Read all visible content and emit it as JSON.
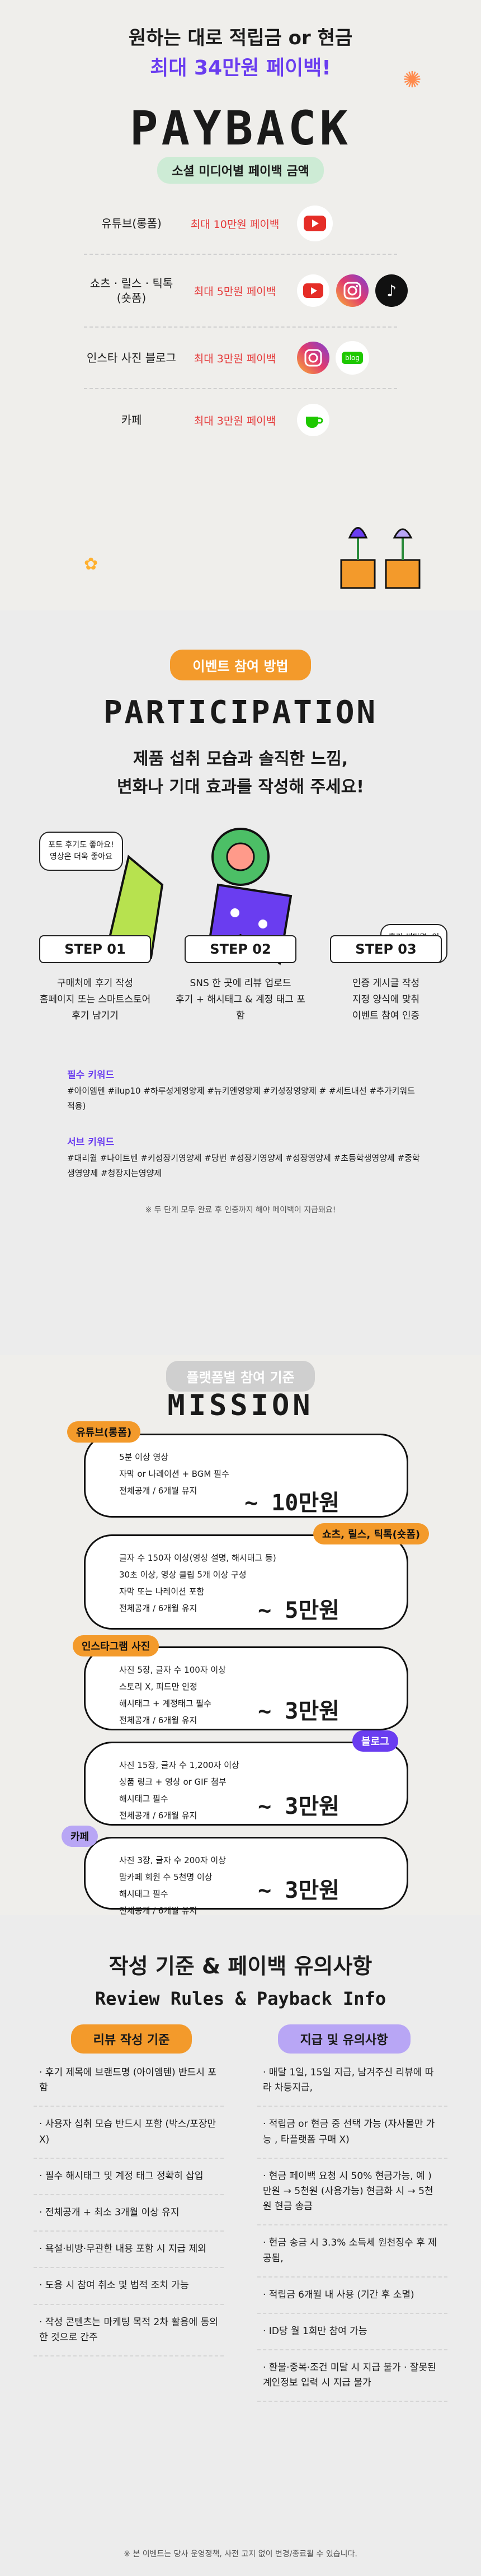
{
  "s1": {
    "header_line1": "원하는 대로 적립금 or 현금",
    "header_line2": "최대 34만원 페이백!",
    "title": "PAYBACK",
    "pill": "소셜 미디어별 페이백 금액",
    "rows": [
      {
        "cat": "유튜브(롱폼)",
        "amount": "최대 10만원 페이백"
      },
      {
        "cat": "쇼츠 · 릴스 · 틱톡(숏폼)",
        "amount": "최대 5만원 페이백"
      },
      {
        "cat": "인스타 사진 블로그",
        "amount": "최대 3만원 페이백"
      },
      {
        "cat": "카페",
        "amount": "최대 3만원 페이백"
      }
    ],
    "blog_icon_text": "blog"
  },
  "s2": {
    "pill": "이벤트 참여 방법",
    "title": "PARTICIPATION",
    "subtitle1": "제품 섭취 모습과 솔직한 느낌,",
    "subtitle2": "변화나 기대 효과를 작성해 주세요!",
    "bubble_left": "포토 후기도 좋아요! 영상은 더욱 좋아요",
    "bubble_right": "후기 썼다면, 인증도 꼭 해줘요!",
    "steps": [
      {
        "title": "STEP 01",
        "desc": "구매처에 후기 작성\n홈페이지 또는 스마트스토어\n후기 남기기"
      },
      {
        "title": "STEP 02",
        "desc": "SNS 한 곳에 리뷰 업로드\n후기 + 해시태그 & 계정 태그 포함"
      },
      {
        "title": "STEP 03",
        "desc": "인증 게시글 작성\n지정 양식에 맞춰\n이벤트 참여 인증"
      }
    ],
    "kw1_label": "필수 키워드",
    "kw1_text": "#아이엠텐 #ilup10 #하루성게영양제 #뉴키엔영양제 #키성장영양제 # #세트내선 #추가키워드 적용)",
    "kw2_label": "서브 키워드",
    "kw2_text": "#대리월 #나이트텐 #키성장기영양제 #당번 #성장기영양제 #성장영양제 #초등학생영양제 #중학생영양제 #청장지는영양제",
    "note": "※ 두 단계 모두 완료 후 인증까지 해야 페이백이 지급돼요!"
  },
  "s3": {
    "pill": "플랫폼별 참여 기준",
    "title": "MISSION",
    "cards": [
      {
        "tag": "유튜브(롱폼)",
        "items": [
          "5분 이상 영상",
          "자막 or 나레이션 + BGM 필수",
          "전체공개 / 6개월 유지"
        ],
        "amount": "~ 10만원"
      },
      {
        "tag": "쇼츠, 릴스, 틱톡(숏폼)",
        "items": [
          "글자 수 150자 이상(영상 설명, 해시태그 등)",
          "30초 이상, 영상 클립 5개 이상 구성",
          "자막 또는 나레이션 포함",
          "전체공개 / 6개월 유지"
        ],
        "amount": "~ 5만원"
      },
      {
        "tag": "인스타그램 사진",
        "items": [
          "사진 5장, 글자 수 100자 이상",
          "스토리 X, 피드만 인정",
          "해시태그 + 계정태그 필수",
          "전체공개 / 6개월 유지"
        ],
        "amount": "~ 3만원"
      },
      {
        "tag": "블로그",
        "items": [
          "사진 15장, 글자 수 1,200자 이상",
          "상품 링크 + 영상 or GIF 첨부",
          "해시태그 필수",
          "전체공개 / 6개월 유지"
        ],
        "amount": "~ 3만원"
      },
      {
        "tag": "카페",
        "items": [
          "사진 3장, 글자 수 200자 이상",
          "맘카페 회원 수 5천명 이상",
          "해시태그 필수",
          "전체공개 / 6개월 유지"
        ],
        "amount": "~ 3만원"
      }
    ]
  },
  "s4": {
    "title": "작성 기준 & 페이백 유의사항",
    "subtitle": "Review Rules & Payback Info",
    "left_pill": "리뷰 작성 기준",
    "right_pill": "지급 및 유의사항",
    "left": [
      "· 후기 제목에 브랜드명 (아이엠텐) 반드시 포함",
      "· 사용자 섭취 모습 반드시 포함 (박스/포장만 X)",
      "· 필수 해시태그 및 계정 태그 정확히 삽입",
      "· 전체공개 + 최소 3개월 이상 유지",
      "· 욕설·비방·무관한 내용 포함 시 지급 제외",
      "· 도용 시 참여 취소 및 법적 조치 가능",
      "· 작성 콘텐츠는 마케팅 목적 2차 활용에 동의한 것으로 간주"
    ],
    "right": [
      "· 매달 1일, 15일 지급, 남겨주신 리뷰에 따라 차등지급,",
      "· 적립금 or 현금 중 선택 가능 (자사몰만 가능 , 타플랫폼 구매 X)",
      "· 현금 페이백 요청 시 50% 현금가능, 예 ) 만원 → 5천원 (사용가능) 현금화 시 → 5천원 현금 송금",
      "· 현금 송금 시 3.3% 소득세 원천징수 후 제공됨,",
      "· 적립금 6개월 내 사용 (기간 후 소멸)",
      "· ID당 월 1회만 참여 가능",
      "· 환불·중복·조건 미달 시 지급 불가 · 잘못된 계인정보 입력 시 지급 불가"
    ],
    "footer": "※ 본 이벤트는 당사 운영정책, 사전 고지 없이 변경/종료될 수 있습니다."
  }
}
